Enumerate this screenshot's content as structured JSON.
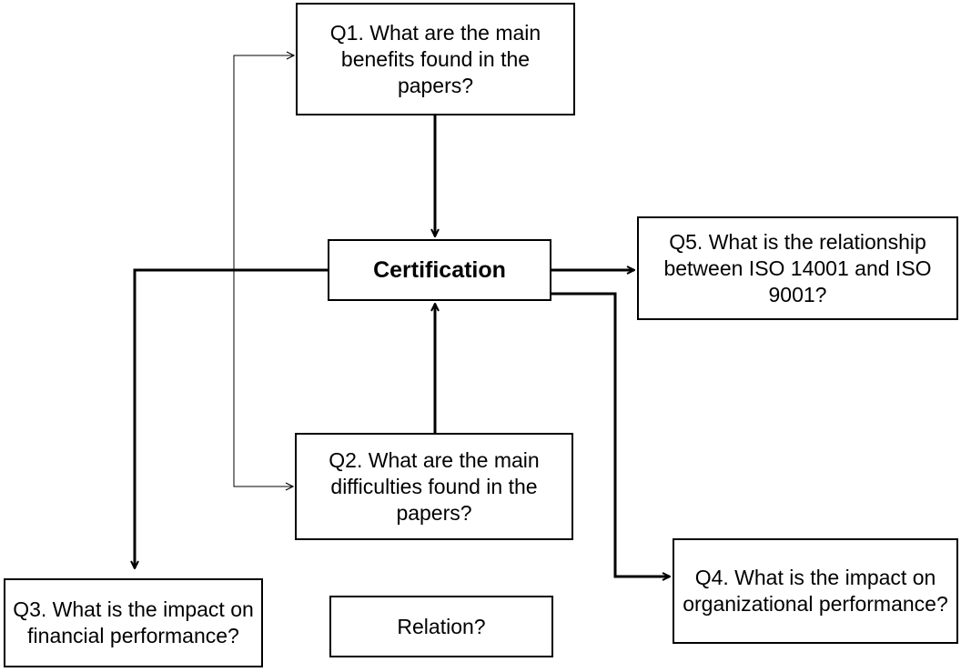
{
  "diagram": {
    "center": "Certification",
    "q1": "Q1. What are the main benefits found in the papers?",
    "q2": "Q2. What are the main difficulties found in the papers?",
    "q3": "Q3. What is the impact on financial performance?",
    "q4": "Q4. What is the impact on organizational performance?",
    "q5": "Q5. What is the relationship between ISO 14001 and ISO 9001?",
    "relation": "Relation?"
  },
  "edges": [
    {
      "from": "q1",
      "to": "center"
    },
    {
      "from": "q2",
      "to": "center"
    },
    {
      "from": "center",
      "to": "q3"
    },
    {
      "from": "center",
      "to": "q4"
    },
    {
      "from": "center",
      "to": "q5"
    },
    {
      "from": "relation-bracket",
      "to": "q1"
    },
    {
      "from": "relation-bracket",
      "to": "q2"
    }
  ]
}
